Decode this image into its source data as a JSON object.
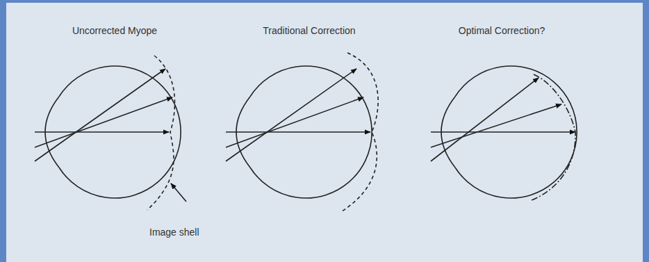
{
  "diagram": {
    "labels": [
      "Uncorrected Myope",
      "Traditional Correction",
      "Optimal Correction?",
      "Image shell"
    ]
  }
}
